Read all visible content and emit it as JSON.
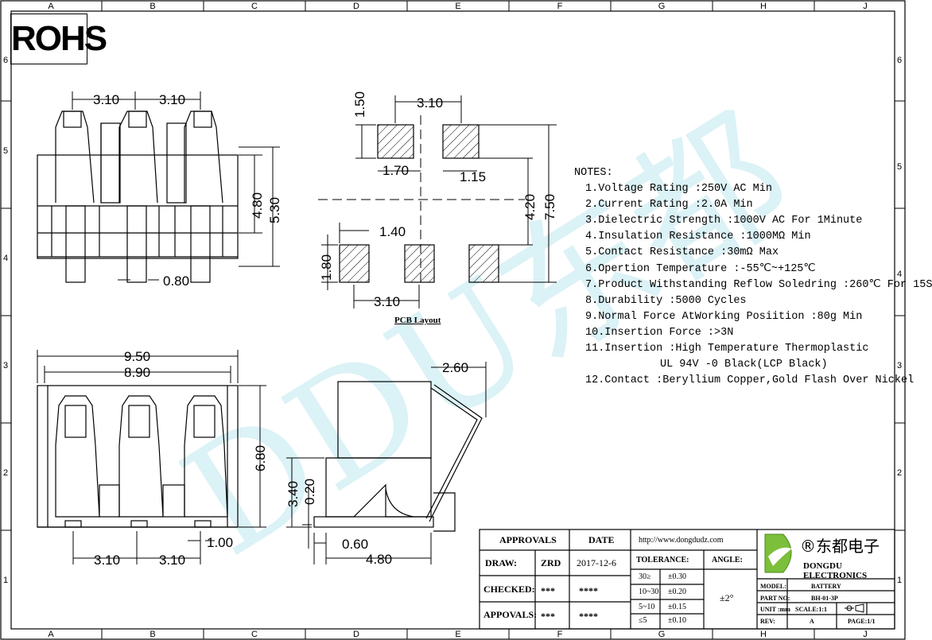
{
  "border": {
    "columns": [
      "A",
      "B",
      "C",
      "D",
      "E",
      "F",
      "G",
      "H",
      "J"
    ],
    "rows": [
      "6",
      "5",
      "4",
      "3",
      "2",
      "1"
    ]
  },
  "rohs": "ROHS",
  "watermark": "DDU东都",
  "dims": {
    "top_left": [
      "3.10",
      "3.10",
      "4.80",
      "5.30",
      "0.80"
    ],
    "pcb": [
      "1.50",
      "3.10",
      "1.70",
      "1.15",
      "4.20",
      "7.50",
      "1.40",
      "1.80",
      "3.10"
    ],
    "front": [
      "9.50",
      "8.90",
      "6.80",
      "3.10",
      "3.10",
      "1.00"
    ],
    "side": [
      "2.60",
      "3.40",
      "0.20",
      "0.60",
      "4.80"
    ]
  },
  "pcb_label": "PCB Layout",
  "notes": {
    "heading": "NOTES:",
    "items": [
      "1.Voltage Rating :250V AC Min",
      "2.Current Rating :2.0A Min",
      "3.Dielectric Strength :1000V AC For 1Minute",
      "4.Insulation Resistance :1000MΩ Min",
      "5.Contact Resistance :30mΩ Max",
      "6.Opertion Temperature :-55℃~+125℃",
      "7.Product Withstanding Reflow Soledring :260℃ For 15S",
      "8.Durability :5000 Cycles",
      "9.Normal Force AtWorking Posiition :80g Min",
      "10.Insertion Force :>3N",
      "11.Insertion :High Temperature Thermoplastic",
      "UL 94V -0 Black(LCP Black)",
      "12.Contact :Beryllium Copper,Gold Flash Over Nickel"
    ]
  },
  "title_block": {
    "approvals": "APPROVALS",
    "date": "DATE",
    "draw_label": "DRAW:",
    "draw_name": "ZRD",
    "draw_date": "2017-12-6",
    "checked_label": "CHECKED:",
    "checked_name": "***",
    "checked_date": "****",
    "appovals_label": "APPOVALS:",
    "appovals_name": "***",
    "appovals_date": "****",
    "url": "http://www.dongdudz.com",
    "tolerance_label": "TOLERANCE:",
    "angle_label": "ANGLE:",
    "tol_ranges": [
      "30≥",
      "10~30",
      "5~10",
      "≤5"
    ],
    "tol_values": [
      "±0.30",
      "±0.20",
      "±0.15",
      "±0.10"
    ],
    "angle_value": "±2°",
    "company_cn": "®东都电子",
    "company_en": "DONGDU ELECTRONICS",
    "model_label": "MODEL:",
    "model_value": "BATTERY",
    "part_label": "PART NO:",
    "part_value": "BH-01-3P",
    "unit_label": "UNIT :mm",
    "scale_label": "SCALE:1:1",
    "rev_label": "REV:",
    "rev_value": "A",
    "page_label": "PAGE:1/1"
  }
}
